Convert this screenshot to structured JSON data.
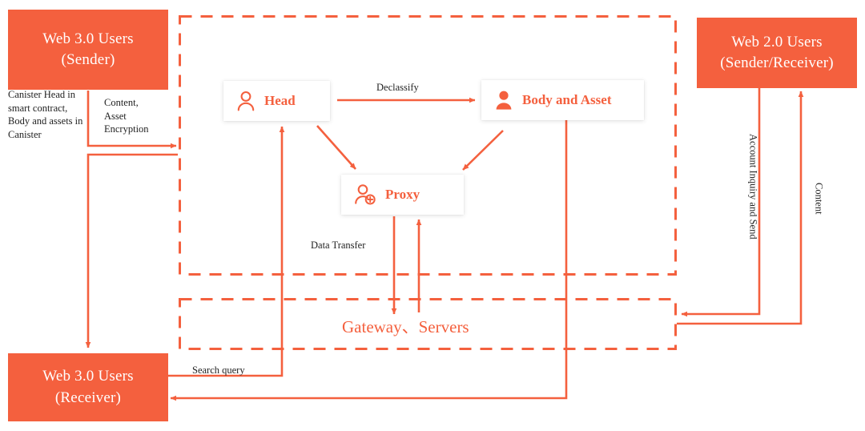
{
  "diagram": {
    "title": "Web 3.0 / Web 2.0 content routing architecture",
    "colors": {
      "accent": "#F4603E",
      "text": "#222222",
      "card_bg": "#FFFFFF",
      "page_bg": "#FFFFFF"
    },
    "endpoints": [
      {
        "id": "web3-sender",
        "line1": "Web 3.0 Users",
        "line2": "(Sender)"
      },
      {
        "id": "web2-sender-receiver",
        "line1": "Web 2.0 Users",
        "line2": "(Sender/Receiver)"
      },
      {
        "id": "web3-receiver",
        "line1": "Web 3.0 Users",
        "line2": "(Receiver)"
      }
    ],
    "nodes": [
      {
        "id": "head",
        "label": "Head",
        "icon": "user-outline-icon"
      },
      {
        "id": "body-asset",
        "label": "Body and Asset",
        "icon": "user-filled-icon"
      },
      {
        "id": "proxy",
        "label": "Proxy",
        "icon": "user-add-icon"
      }
    ],
    "zones": [
      {
        "id": "canister-zone",
        "style": "dashed"
      },
      {
        "id": "gateway-zone",
        "style": "dashed",
        "label": "Gateway、Servers"
      }
    ],
    "edge_labels": {
      "canister_note": "Canister Head in smart contract, Body and assets in Canister",
      "content_asset_encryption": "Content, Asset Encryption",
      "declassify": "Declassify",
      "data_transfer": "Data Transfer",
      "search_query": "Search query",
      "account_inquiry_and_send": "Account Inquiry and Send",
      "content": "Content"
    },
    "edge_label_lines": {
      "canister_note": [
        "Canister Head in",
        "smart contract,",
        "Body and assets in",
        "Canister"
      ],
      "content_asset_encryption": [
        "Content,",
        "Asset",
        "Encryption"
      ]
    }
  }
}
